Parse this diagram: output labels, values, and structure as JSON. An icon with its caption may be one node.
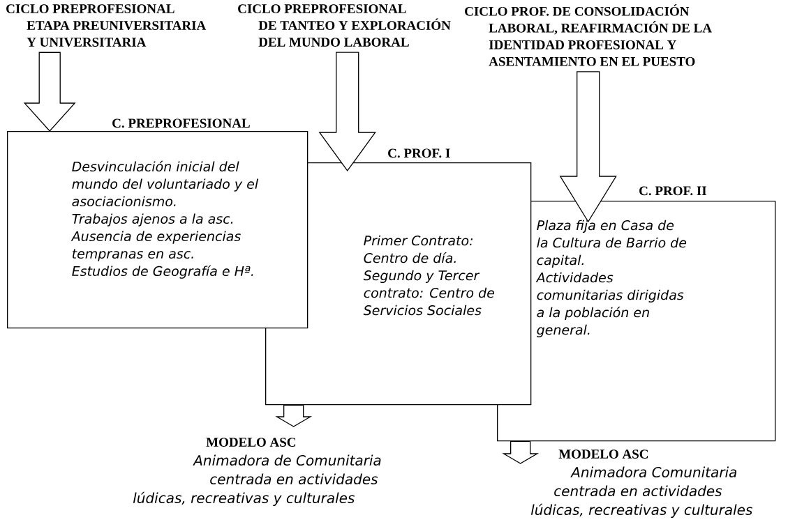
{
  "diagram": {
    "nodes": [
      {
        "text": [
          "CICLO PREPROFESIONAL ETAPA PREUNIVERSITARIA Y UNIVERSITARIA"
        ]
      },
      {
        "text": [
          "C. PREPROFESIONAL",
          "Desvinculación inicial del mundo del voluntariado y el asociacionismo.",
          "Trabajos ajenos a la asc.",
          "Ausencia de experiencias tempranas en asc.",
          "Estudios de Geografía e Hª."
        ]
      },
      {
        "text": [
          "CICLO PREPROFESIONAL DE TANTEO Y EXPLORACIÓN DEL MUNDO LABORAL"
        ]
      },
      {
        "text": [
          "C. PROF. I",
          "Primer Contrato: Centro de día.",
          "Segundo y Tercer contrato: Centro de Servicios Sociales"
        ]
      },
      {
        "text": [
          "CICLO PROF. DE CONSOLIDACIÓN LABORAL, REAFIRMACIÓN DE LA IDENTIDAD PROFESIONAL Y ASENTAMIENTO EN EL PUESTO"
        ]
      },
      {
        "text": [
          "C. PROF. II",
          "Plaza fija en Casa de la Cultura de Barrio de capital.",
          "Actividades comunitarias dirigidas a la población en general."
        ]
      },
      {
        "text": [
          "MODELO ASC",
          "Animadora de Comunitaria centrada en actividades lúdicas, recreativas y culturales"
        ]
      },
      {
        "text": [
          "MODELO ASC",
          "Animadora Comunitaria centrada en actividades lúdicas, recreativas y culturales"
        ]
      }
    ],
    "edges": [
      {
        "from": 0,
        "to": 1,
        "arrow": "to"
      },
      {
        "from": 2,
        "to": 3,
        "arrow": "to"
      },
      {
        "from": 4,
        "to": 5,
        "arrow": "to"
      },
      {
        "from": 3,
        "to": 6,
        "arrow": "to"
      },
      {
        "from": 5,
        "to": 7,
        "arrow": "to"
      }
    ]
  }
}
